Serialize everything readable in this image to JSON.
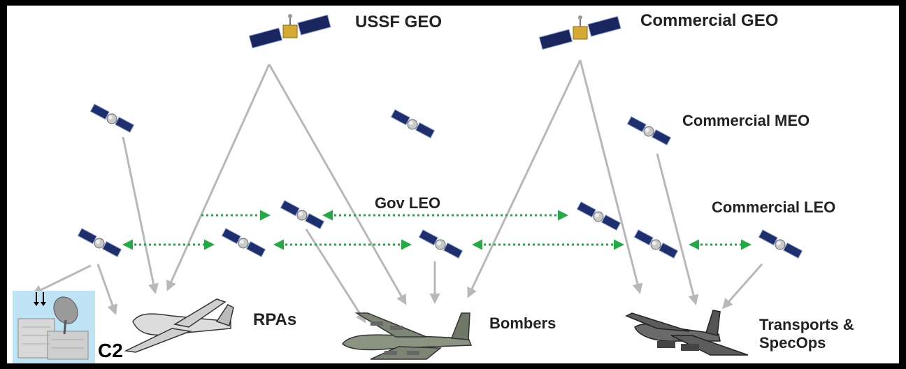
{
  "labels": {
    "ussf_geo": "USSF GEO",
    "commercial_geo": "Commercial GEO",
    "commercial_meo": "Commercial MEO",
    "gov_leo": "Gov LEO",
    "commercial_leo": "Commercial LEO",
    "rpas": "RPAs",
    "bombers": "Bombers",
    "transports_line1": "Transports &",
    "transports_line2": "SpecOps",
    "c2": "C2"
  },
  "colors": {
    "gray_link": "#b8b8b8",
    "green_crosslink": "#22aa44",
    "c2_background": "#bde3f5",
    "frame": "#000000"
  },
  "icons": [
    "satellite-icon",
    "rpa-drone-icon",
    "bomber-icon",
    "transport-plane-icon",
    "c2-ground-station-icon"
  ]
}
